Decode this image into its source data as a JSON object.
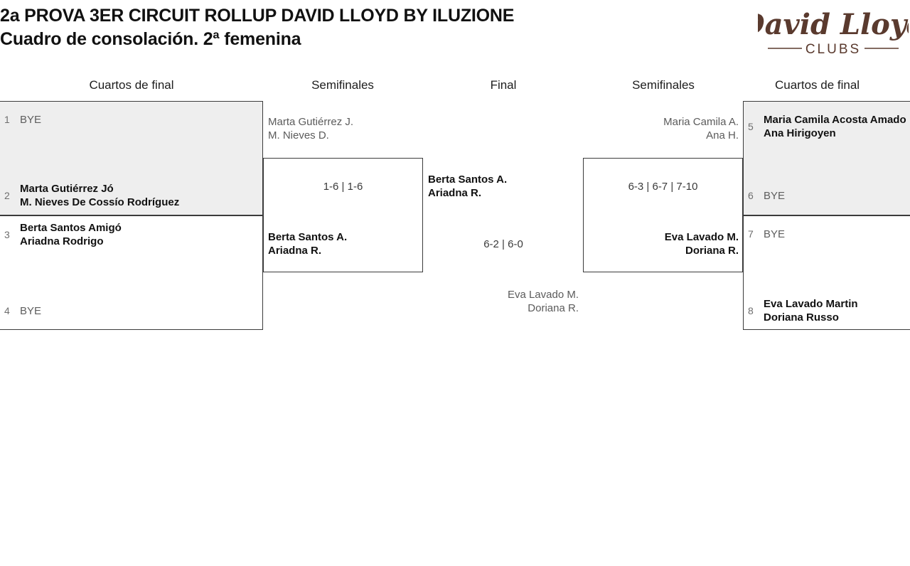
{
  "page": {
    "title_line1": "2a PROVA 3ER CIRCUIT ROLLUP DAVID LLOYD BY ILUZIONE",
    "title_line2": "Cuadro de consolación. 2ª femenina",
    "background": "#ffffff"
  },
  "logo": {
    "script_text": "David Lloyd",
    "sub_text": "CLUBS",
    "color": "#5a3a2e"
  },
  "headers": [
    {
      "id": "qf-left",
      "label": "Cuartos de final"
    },
    {
      "id": "sf-left",
      "label": "Semifinales"
    },
    {
      "id": "final",
      "label": "Final"
    },
    {
      "id": "sf-right",
      "label": "Semifinales"
    },
    {
      "id": "qf-right",
      "label": "Cuartos de final"
    }
  ],
  "bracket": {
    "quarterfinals_left": [
      {
        "match": 1,
        "shaded": true,
        "top": {
          "seed": "1",
          "lines": [
            "BYE"
          ],
          "bye": true
        },
        "bottom": {
          "seed": "2",
          "lines": [
            "Marta Gutiérrez Jó",
            "M. Nieves De Cossío Rodríguez"
          ],
          "bye": false
        }
      },
      {
        "match": 2,
        "shaded": false,
        "top": {
          "seed": "3",
          "lines": [
            "Berta Santos Amigó",
            "Ariadna Rodrigo"
          ],
          "bye": false
        },
        "bottom": {
          "seed": "4",
          "lines": [
            "BYE"
          ],
          "bye": true
        }
      }
    ],
    "quarterfinals_right": [
      {
        "match": 3,
        "shaded": true,
        "top": {
          "seed": "5",
          "lines": [
            "Maria Camila Acosta Amado",
            "Ana Hirigoyen"
          ],
          "bye": false
        },
        "bottom": {
          "seed": "6",
          "lines": [
            "BYE"
          ],
          "bye": true
        }
      },
      {
        "match": 4,
        "shaded": false,
        "top": {
          "seed": "7",
          "lines": [
            "BYE"
          ],
          "bye": true
        },
        "bottom": {
          "seed": "8",
          "lines": [
            "Eva Lavado Martin",
            "Doriana Russo"
          ],
          "bye": false
        }
      }
    ],
    "semifinal_left": {
      "top": {
        "lines": [
          "Marta Gutiérrez J.",
          "M. Nieves D."
        ],
        "result": "loser"
      },
      "bottom": {
        "lines": [
          "Berta Santos A.",
          "Ariadna R."
        ],
        "result": "winner"
      },
      "score": "1-6 | 1-6"
    },
    "semifinal_right": {
      "top": {
        "lines": [
          "Maria Camila A.",
          "Ana H."
        ],
        "result": "loser"
      },
      "bottom": {
        "lines": [
          "Eva Lavado M.",
          "Doriana R."
        ],
        "result": "winner"
      },
      "score": "6-3 | 6-7 | 7-10"
    },
    "final": {
      "top": {
        "lines": [
          "Berta Santos A.",
          "Ariadna R."
        ],
        "result": "winner"
      },
      "bottom": {
        "lines": [
          "Eva Lavado M.",
          "Doriana R."
        ],
        "result": "loser"
      },
      "score": "6-2 | 6-0"
    }
  }
}
